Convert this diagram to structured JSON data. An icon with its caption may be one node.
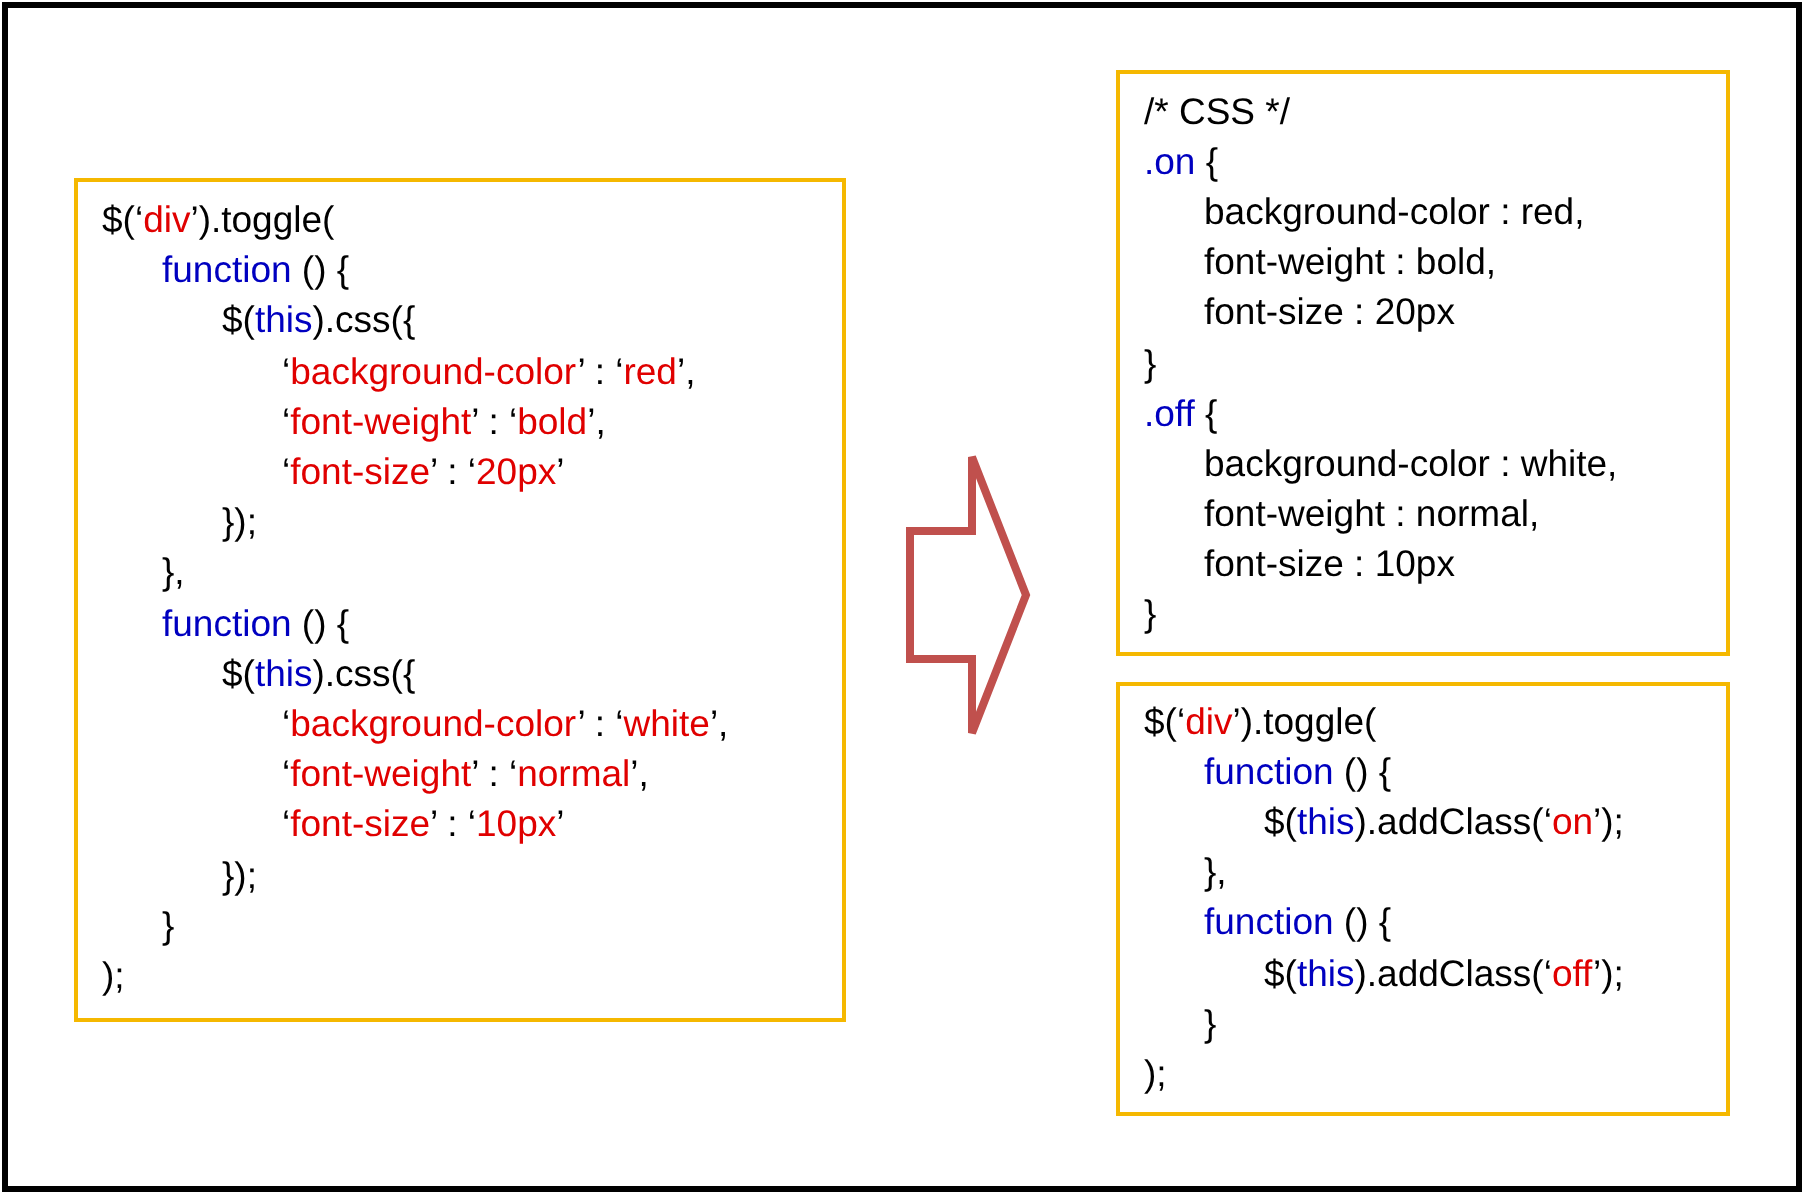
{
  "diagram": {
    "nodes": [
      {
        "text": [
          "$(‘div’).toggle(",
          "function () {",
          "$(this).css({",
          "‘background-color’ : ‘red’,",
          "‘font-weight’ : ‘bold’,",
          "‘font-size’ : ‘20px’",
          "});",
          "},",
          "function () {",
          "$(this).css({",
          "‘background-color’ : ‘white’,",
          "‘font-weight’ : ‘normal’,",
          "‘font-size’ : ‘10px’",
          "});",
          "}",
          ");"
        ]
      },
      {
        "text": [
          "/* CSS */",
          ".on {",
          "background-color : red,",
          "font-weight : bold,",
          "font-size : 20px",
          "}",
          ".off {",
          "background-color : white,",
          "font-weight : normal,",
          "font-size : 10px",
          "}"
        ]
      },
      {
        "text": [
          "$(‘div’).toggle(",
          "function () {",
          "$(this).addClass(‘on’);",
          "},",
          "function () {",
          "$(this).addClass(‘off’);",
          "}",
          ");"
        ]
      }
    ],
    "edges": [
      {
        "from": 0,
        "to": 1,
        "arrow": "to"
      },
      {
        "from": 0,
        "to": 2,
        "arrow": "to"
      }
    ]
  }
}
